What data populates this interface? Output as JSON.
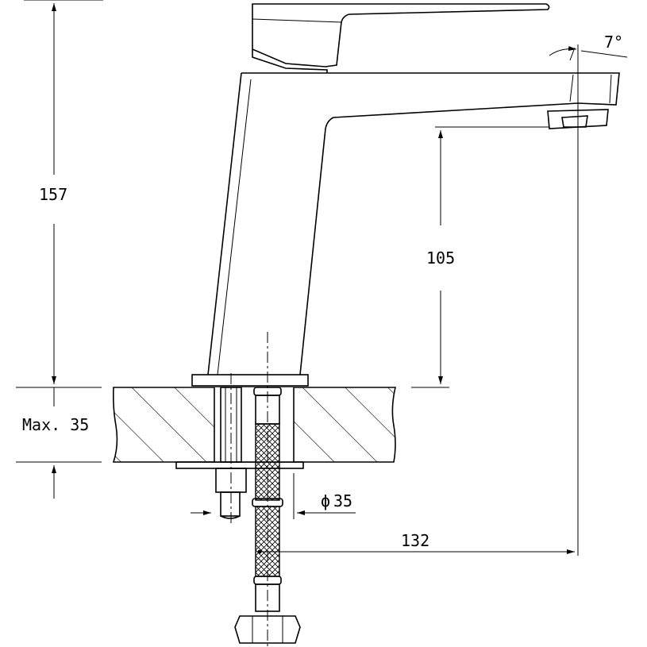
{
  "dimensions": {
    "total_height": "157",
    "spout_height": "105",
    "deck_max": "Max. 35",
    "hole_diameter": "35",
    "diameter_symbol": "ϕ",
    "spout_reach": "132",
    "spout_angle": "7°"
  }
}
